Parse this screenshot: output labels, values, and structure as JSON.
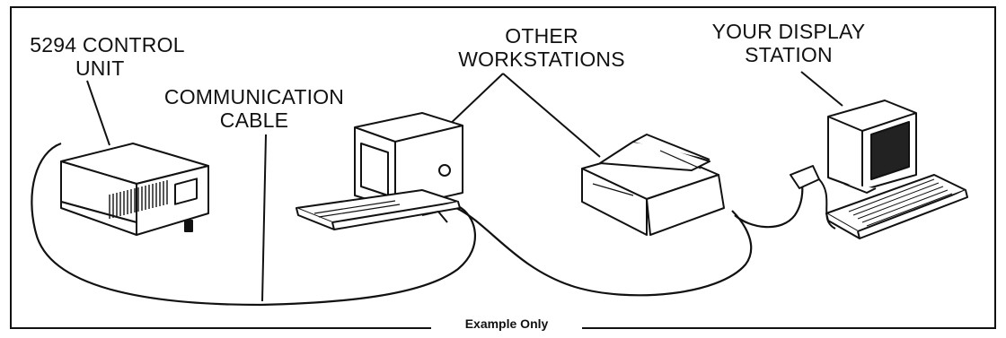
{
  "labels": {
    "control_unit_line1": "5294 CONTROL",
    "control_unit_line2": "UNIT",
    "cable_line1": "COMMUNICATION",
    "cable_line2": "CABLE",
    "other_line1": "OTHER",
    "other_line2": "WORKSTATIONS",
    "your_line1": "YOUR DISPLAY",
    "your_line2": "STATION"
  },
  "caption": "Example Only"
}
